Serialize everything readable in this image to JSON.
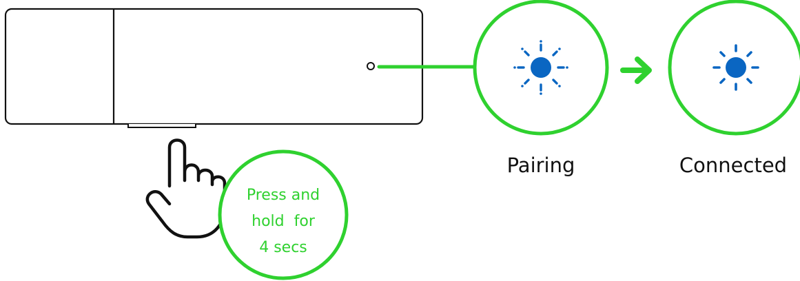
{
  "stages": [
    {
      "label": "Pairing",
      "led_state": "blinking"
    },
    {
      "label": "Connected",
      "led_state": "solid"
    }
  ],
  "callout": {
    "lines": [
      "Press and",
      "hold  for",
      "4 secs"
    ]
  },
  "icons": {
    "hand": "pointing-hand-icon",
    "arrow": "arrow-right-icon",
    "led": "led-light-icon"
  },
  "colors": {
    "accent": "#2fd12f",
    "led": "#0a66c2",
    "outline": "#111111",
    "text": "#111111"
  }
}
